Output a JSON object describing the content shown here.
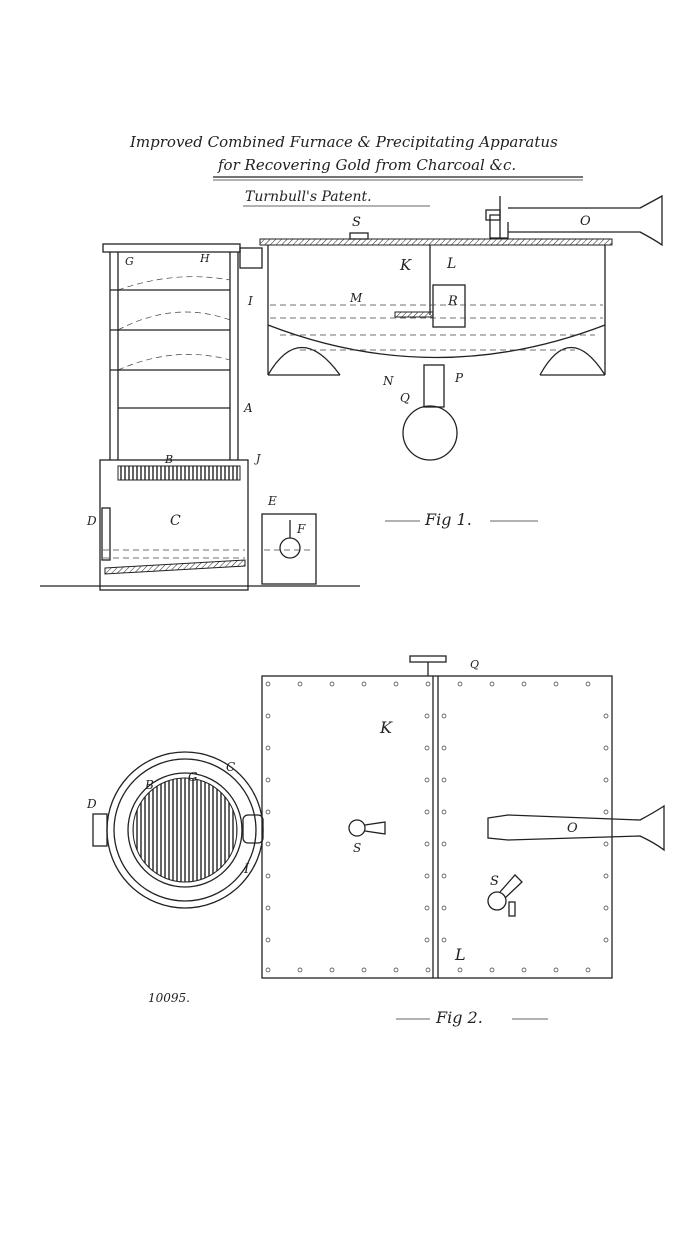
{
  "title": {
    "line1": "Improved Combined Furnace & Precipitating Apparatus",
    "line2": "for Recovering Gold from Charcoal &c.",
    "subtitle": "Turnbull's Patent."
  },
  "fig1": {
    "caption": "Fig 1.",
    "labels": {
      "S": "S",
      "K": "K",
      "L": "L",
      "O": "O",
      "G": "G",
      "H": "H",
      "I": "I",
      "M": "M",
      "R": "R",
      "N": "N",
      "P": "P",
      "Q": "Q",
      "A": "A",
      "B": "B",
      "J": "J",
      "C": "C",
      "D": "D",
      "E": "E",
      "F": "F"
    }
  },
  "fig2": {
    "caption": "Fig 2.",
    "labels": {
      "Q": "Q",
      "K": "K",
      "C": "C",
      "G": "G",
      "B": "B",
      "D": "D",
      "S1": "S",
      "S2": "S",
      "O": "O",
      "I": "I",
      "L": "L"
    }
  },
  "patent_number": "10095."
}
